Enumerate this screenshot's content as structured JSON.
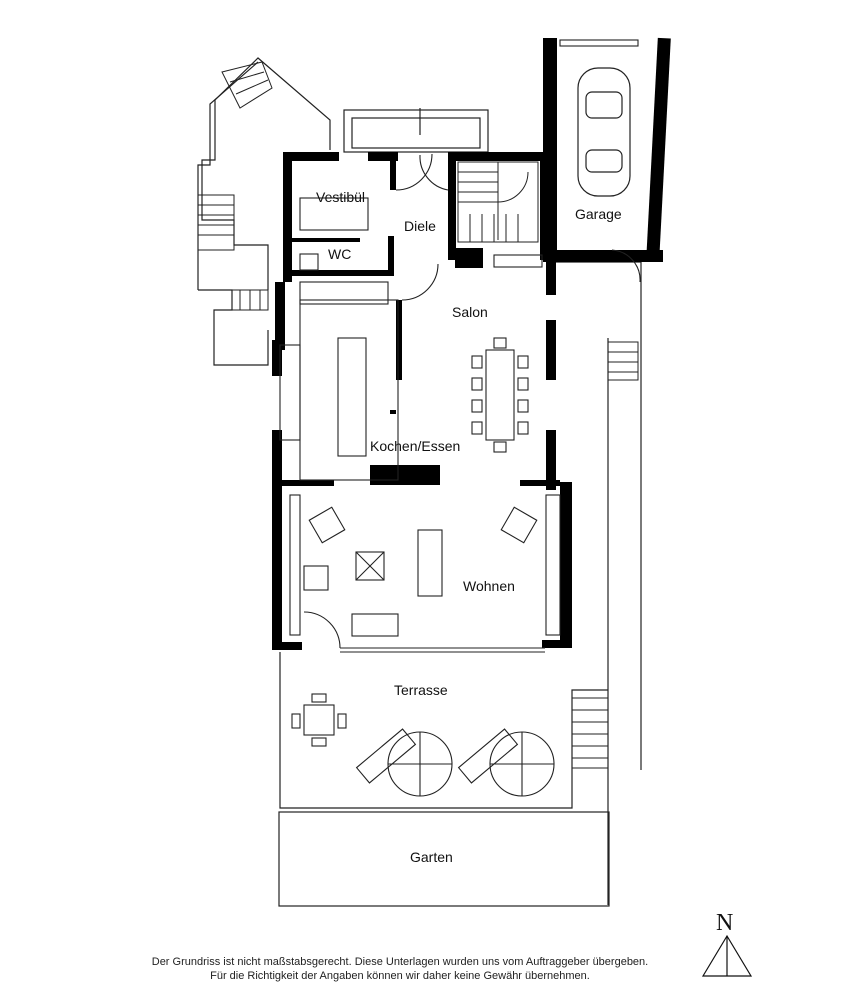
{
  "rooms": {
    "vestibuel": "Vestibül",
    "wc": "WC",
    "diele": "Diele",
    "garage": "Garage",
    "salon": "Salon",
    "kochen_essen": "Kochen/Essen",
    "wohnen": "Wohnen",
    "terrasse": "Terrasse",
    "garten": "Garten"
  },
  "compass": {
    "label": "N"
  },
  "disclaimer": {
    "line1": "Der Grundriss ist nicht maßstabsgerecht. Diese Unterlagen wurden uns vom Auftraggeber übergeben.",
    "line2": "Für die Richtigkeit der Angaben können wir daher keine Gewähr übernehmen."
  },
  "colors": {
    "wall": "#000000",
    "line": "#222222",
    "background": "#ffffff"
  },
  "icons": [
    "car-icon",
    "dining-table-icon",
    "armchair-icon",
    "sofa-icon",
    "parasol-icon",
    "sun-lounger-icon",
    "stair-icon",
    "north-arrow-icon"
  ]
}
